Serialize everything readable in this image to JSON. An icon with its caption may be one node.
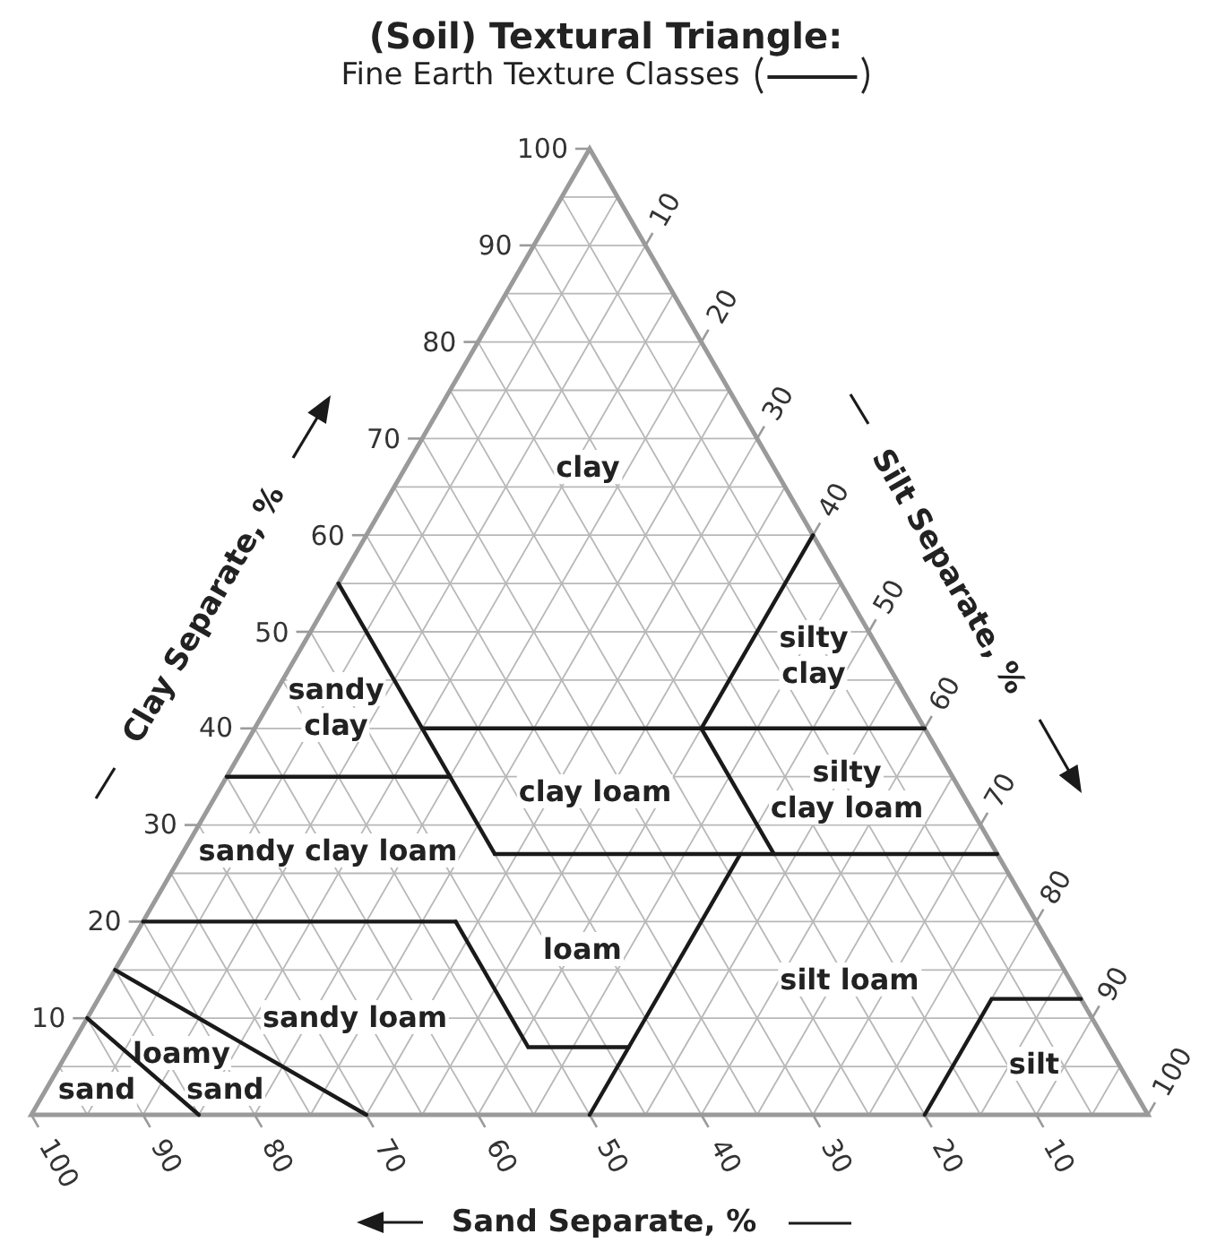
{
  "diagram": {
    "title": "(Soil) Textural Triangle:",
    "nodes": [
      {
        "text": [
          "clay"
        ]
      },
      {
        "text": [
          "silty clay"
        ]
      },
      {
        "text": [
          "sandy clay"
        ]
      },
      {
        "text": [
          "clay loam"
        ]
      },
      {
        "text": [
          "silty clay loam"
        ]
      },
      {
        "text": [
          "sandy clay loam"
        ]
      },
      {
        "text": [
          "loam"
        ]
      },
      {
        "text": [
          "silt loam"
        ]
      },
      {
        "text": [
          "sandy loam"
        ]
      },
      {
        "text": [
          "loamy sand"
        ]
      },
      {
        "text": [
          "sand"
        ]
      },
      {
        "text": [
          "silt"
        ]
      }
    ],
    "labels": [
      "100",
      "90",
      "80",
      "70",
      "60",
      "50",
      "40",
      "30",
      "20",
      "10",
      "Clay Separate, %",
      "10",
      "20",
      "30",
      "40",
      "50",
      "60",
      "70",
      "80",
      "90",
      "100",
      "Silt Separate, %",
      "100",
      "90",
      "80",
      "70",
      "60",
      "50",
      "40",
      "30",
      "20",
      "10",
      "Sand Separate, %"
    ],
    "legend": [
      {
        "text": "Fine Earth Texture Classes"
      }
    ]
  }
}
